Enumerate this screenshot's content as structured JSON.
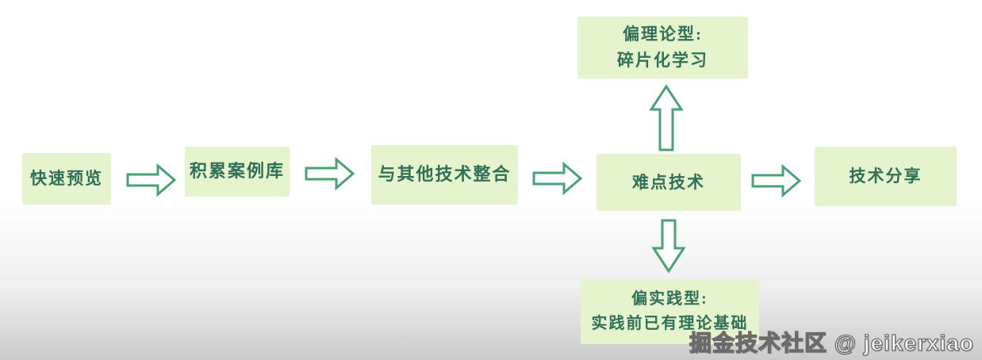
{
  "diagram": {
    "title": "",
    "nodes": {
      "quick": {
        "label": "快速预览"
      },
      "case": {
        "label": "积累案例库"
      },
      "integrate": {
        "label": "与其他技术整合"
      },
      "difficult": {
        "label": "难点技术"
      },
      "share": {
        "label": "技术分享"
      },
      "theory": {
        "line1": "偏理论型:",
        "line2": "碎片化学习"
      },
      "practice": {
        "line1": "偏实践型:",
        "line2": "实践前已有理论基础"
      }
    },
    "flow_main": [
      "快速预览",
      "积累案例库",
      "与其他技术整合",
      "难点技术",
      "技术分享"
    ],
    "branches": {
      "difficult_up": "偏理论型: 碎片化学习",
      "difficult_down": "偏实践型: 实践前已有理论基础"
    },
    "icons": {
      "right_arrow": "⇨",
      "up_arrow": "⇧",
      "down_arrow": "⇩"
    }
  },
  "watermark": {
    "text": "掘金技术社区 @ jeikerxiao"
  },
  "colors": {
    "box_bg": "#e6f4cd",
    "box_text": "#2f7056",
    "arrow": "#47a274",
    "watermark_fill": "#ffffff",
    "watermark_outline": "#6b6b6b"
  }
}
